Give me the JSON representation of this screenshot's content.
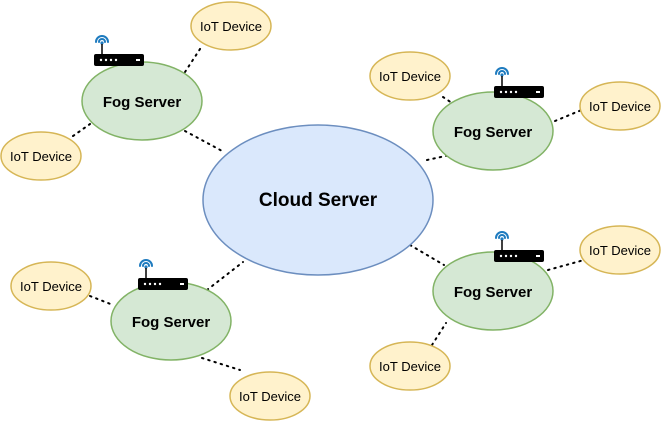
{
  "colors": {
    "cloud_fill": "#dae8fc",
    "cloud_stroke": "#6c8ebf",
    "fog_fill": "#d5e8d4",
    "fog_stroke": "#82b366",
    "iot_fill": "#fff2cc",
    "iot_stroke": "#d6b656",
    "router_body": "#000000",
    "wifi": "#1e7bbf"
  },
  "icons": {
    "router": "wifi-router-icon"
  },
  "cloud": {
    "label": "Cloud Server"
  },
  "fog_servers": [
    {
      "label": "Fog Server"
    },
    {
      "label": "Fog Server"
    },
    {
      "label": "Fog Server"
    },
    {
      "label": "Fog Server"
    }
  ],
  "iot_devices": [
    {
      "label": "IoT Device"
    },
    {
      "label": "IoT Device"
    },
    {
      "label": "IoT Device"
    },
    {
      "label": "IoT Device"
    },
    {
      "label": "IoT Device"
    },
    {
      "label": "IoT Device"
    },
    {
      "label": "IoT Device"
    },
    {
      "label": "IoT Device"
    }
  ]
}
